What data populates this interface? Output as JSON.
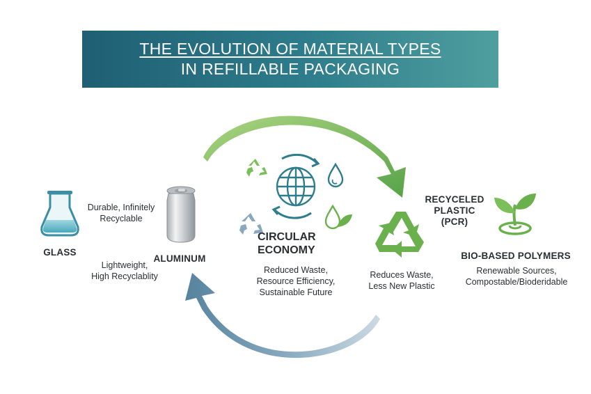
{
  "title": {
    "line1": "THE EVOLUTION OF MATERIAL TYPES",
    "line2": "IN REFILLABLE PACKAGING"
  },
  "glass": {
    "name": "GLASS",
    "desc_line1": "Durable, Infinitely",
    "desc_line2": "Recyclable"
  },
  "aluminum": {
    "name": "ALUMINUM",
    "desc_line1": "Lightweight,",
    "desc_line2": "High Recyclablity"
  },
  "circular": {
    "name_line1": "CIRCULAR",
    "name_line2": "ECONOMY",
    "desc_line1": "Reduced Waste,",
    "desc_line2": "Resource Efficiency,",
    "desc_line3": "Sustainable Future"
  },
  "pcr": {
    "name_line1": "RECYCELED",
    "name_line2": "PLASTIC",
    "name_line3": "(PCR)",
    "desc_line1": "Reduces Waste,",
    "desc_line2": "Less New Plastic"
  },
  "bio": {
    "name": "BIO-BASED POLYMERS",
    "desc_line1": "Renewable Sources,",
    "desc_line2": "Compostable/Bioderidable"
  },
  "icons": [
    "flask-icon",
    "aluminum-can-icon",
    "globe-icon",
    "recycle-icon",
    "water-drop-icon",
    "leaf-drop-icon",
    "sprout-icon"
  ],
  "colors": {
    "banner_dark": "#1f5f73",
    "banner_light": "#4f9f9f",
    "green": "#6ab04c",
    "teal": "#2e7d8c",
    "blue_gray": "#5e88a4"
  }
}
